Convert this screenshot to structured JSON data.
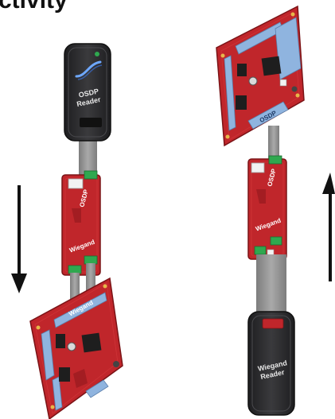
{
  "heading": "ctivity",
  "left_assembly": {
    "reader_top": {
      "label_line1": "OSDP",
      "label_line2": "Reader"
    },
    "converter_board": {
      "label_top": "OSDP",
      "label_bottom": "Wiegand"
    },
    "controller_board": {
      "label": "Wiegand"
    },
    "direction": "down"
  },
  "right_assembly": {
    "controller_board": {
      "label": "OSDP"
    },
    "converter_board": {
      "label_top": "OSDP",
      "label_bottom": "Wiegand"
    },
    "reader_bottom": {
      "label_line1": "Wiegand",
      "label_line2": "Reader"
    },
    "direction": "up"
  },
  "colors": {
    "board_red": "#c0262b",
    "board_red_dark": "#8f181c",
    "slot_blue": "#8fb4df",
    "connector_green": "#2fa84f",
    "reader_dark": "#2a2a2c",
    "cable_gray": "#8e8e8e",
    "reader_stripe": "#c0262b",
    "arrow": "#111111"
  }
}
